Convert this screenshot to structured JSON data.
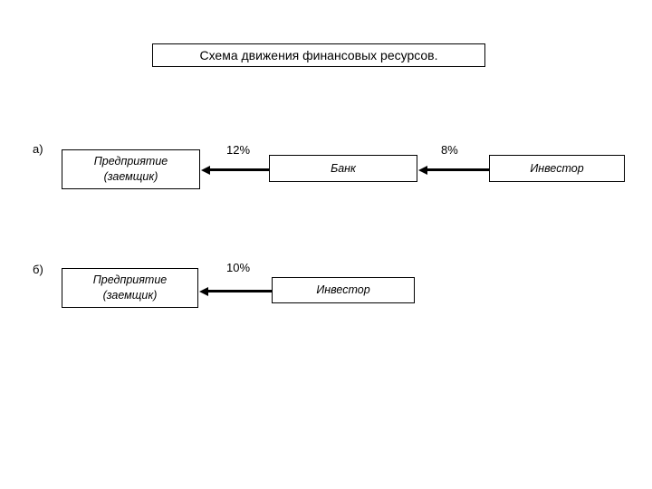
{
  "diagram": {
    "title": "Схема движения финансовых ресурсов.",
    "rows": [
      {
        "label": "а)",
        "nodes": [
          {
            "name": "firm",
            "line1": "Предприятие",
            "line2": "(заемщик)"
          },
          {
            "name": "bank",
            "line1": "Банк",
            "line2": ""
          },
          {
            "name": "investor",
            "line1": "Инвестор",
            "line2": ""
          }
        ],
        "arrows": [
          {
            "name": "bank-to-firm",
            "rate": "12%",
            "direction": "left"
          },
          {
            "name": "investor-to-bank",
            "rate": "8%",
            "direction": "left"
          }
        ]
      },
      {
        "label": "б)",
        "nodes": [
          {
            "name": "firm",
            "line1": "Предприятие",
            "line2": "(заемщик)"
          },
          {
            "name": "investor",
            "line1": "Инвестор",
            "line2": ""
          }
        ],
        "arrows": [
          {
            "name": "investor-to-firm",
            "rate": "10%",
            "direction": "left"
          }
        ]
      }
    ],
    "colors": {
      "background": "#ffffff",
      "stroke": "#000000",
      "text": "#000000"
    }
  }
}
